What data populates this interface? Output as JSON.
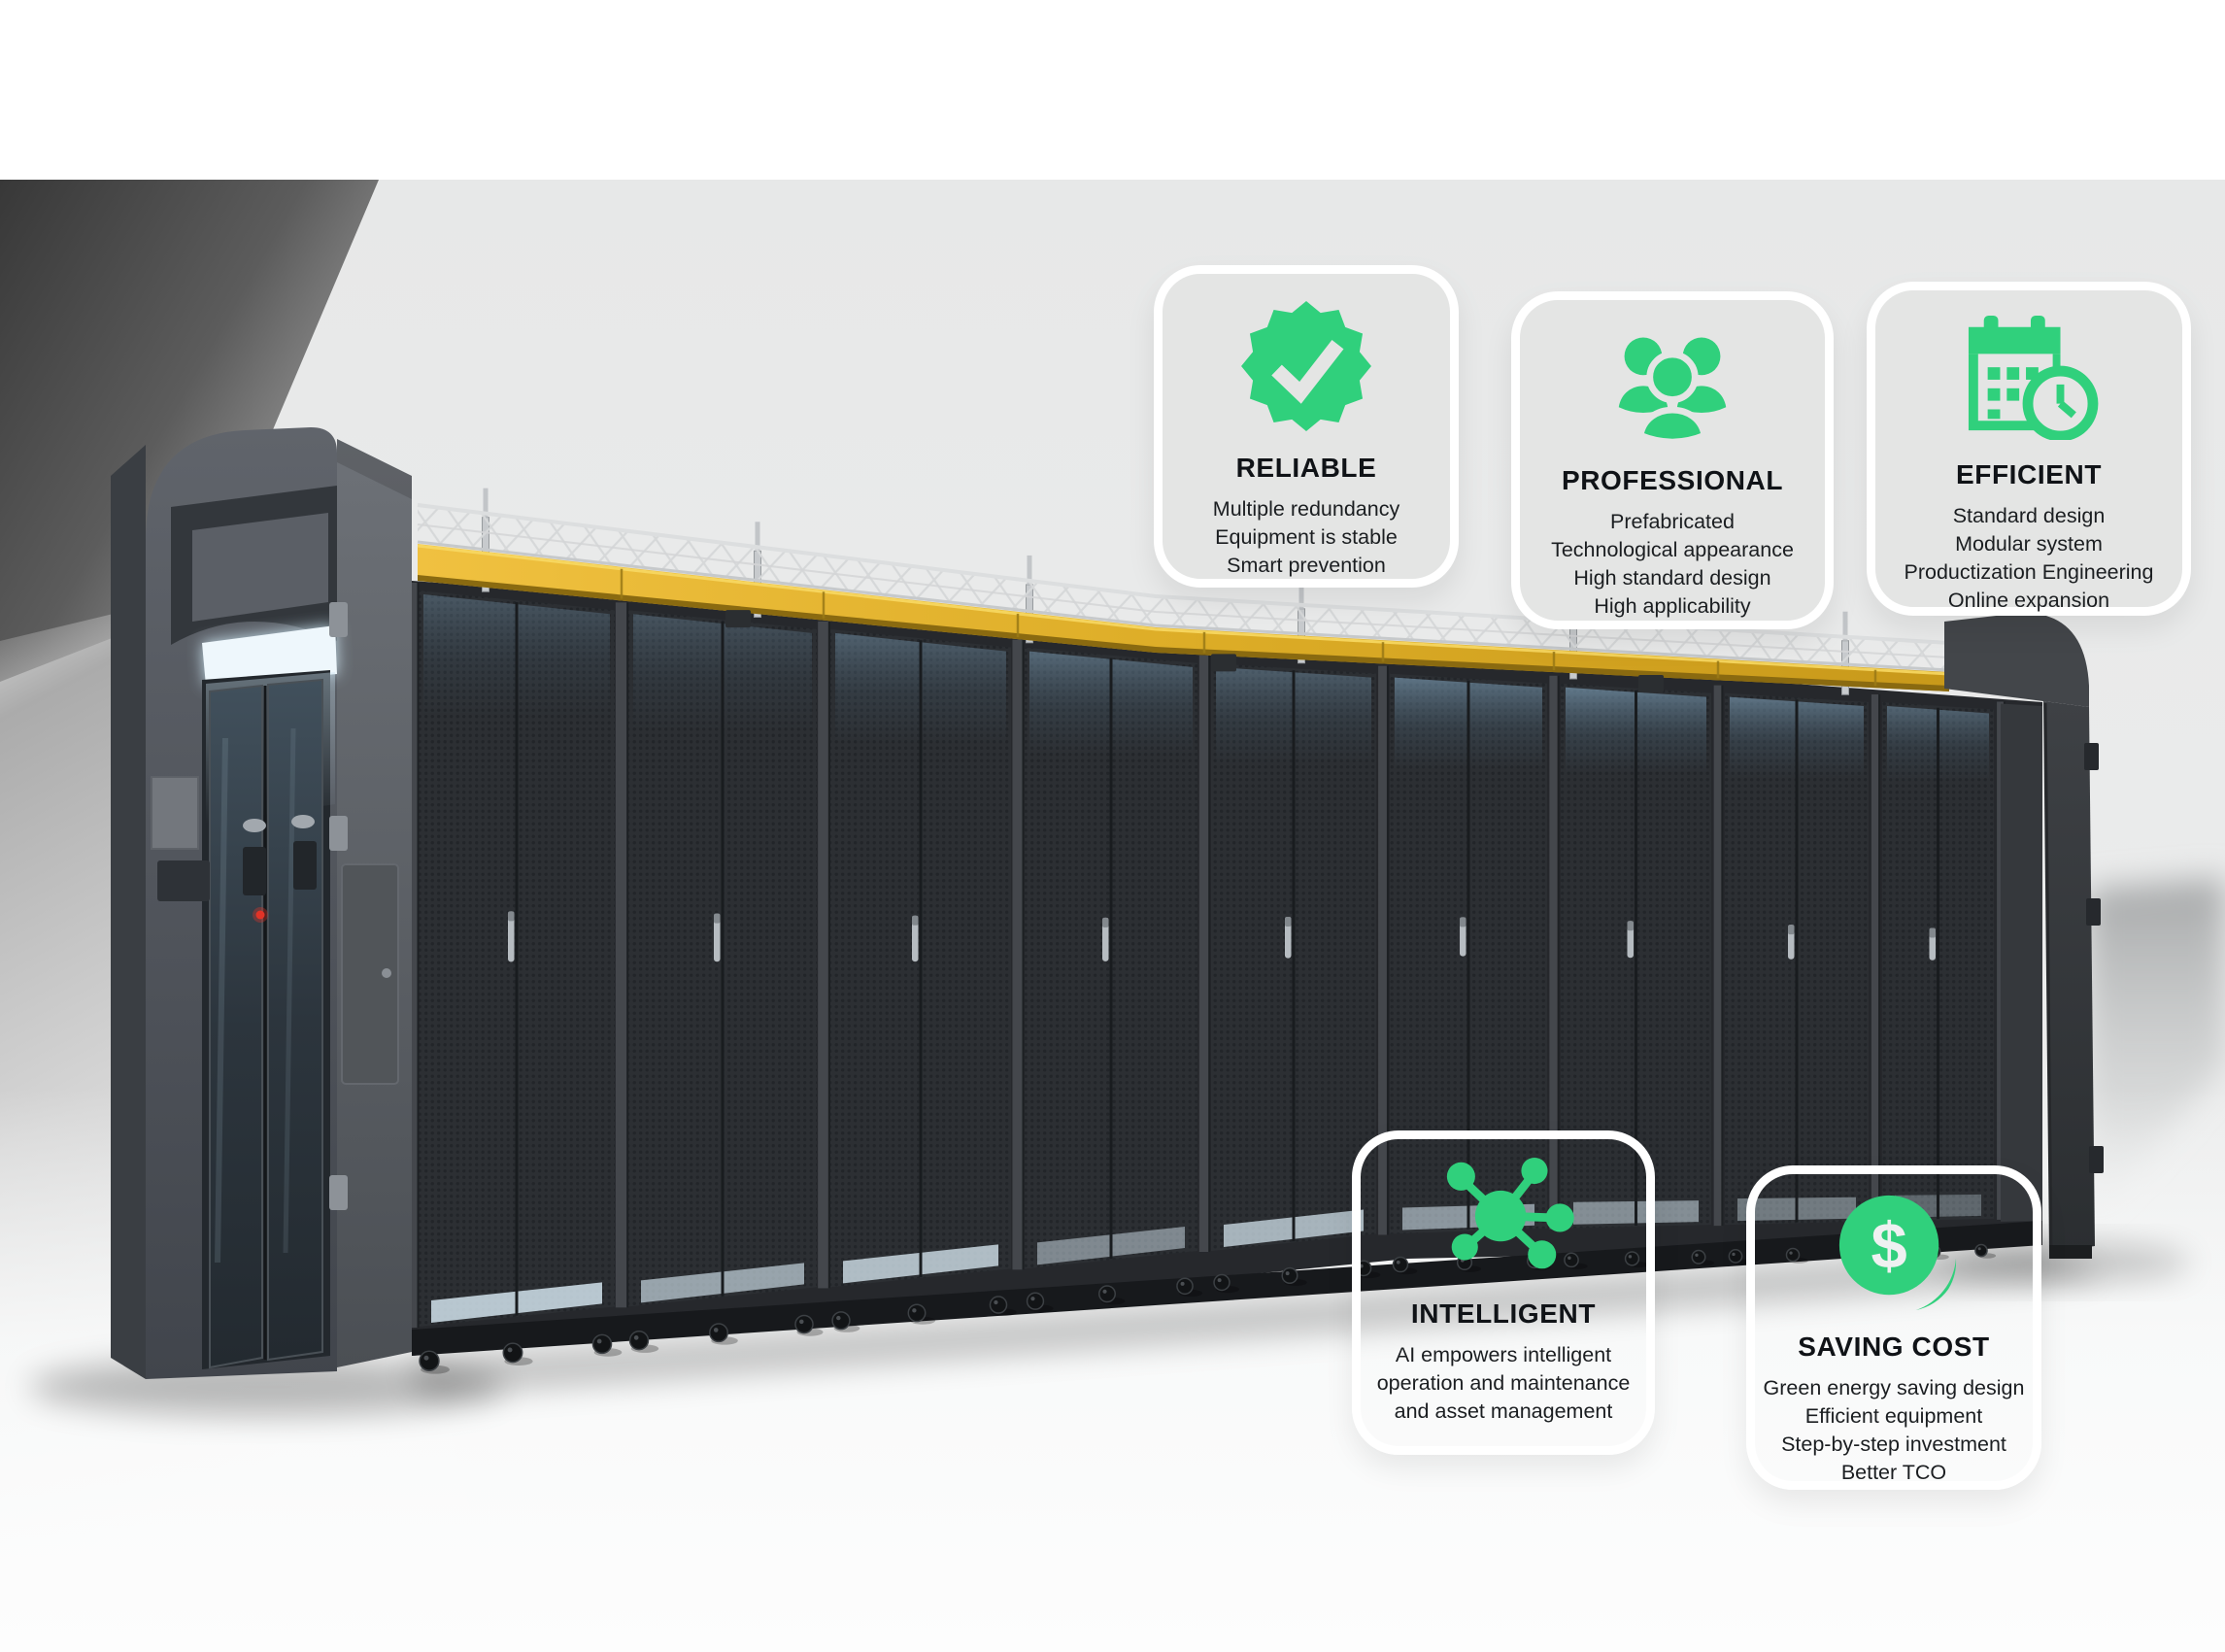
{
  "theme": {
    "accent_green": "#30d07c",
    "card_bg": "#e4e5e4",
    "card_border": "#ffffff",
    "title_color": "#101317",
    "body_color": "#1b1e21",
    "page_bg": "#ffffff"
  },
  "cards": [
    {
      "id": "reliable",
      "icon": "check-seal-icon",
      "title": "RELIABLE",
      "lines": [
        "Multiple redundancy",
        "Equipment is stable",
        "Smart prevention"
      ]
    },
    {
      "id": "professional",
      "icon": "team-icon",
      "title": "PROFESSIONAL",
      "lines": [
        "Prefabricated",
        "Technological appearance",
        "High standard design",
        "High applicability"
      ]
    },
    {
      "id": "efficient",
      "icon": "calendar-clock-icon",
      "title": "EFFICIENT",
      "lines": [
        "Standard design",
        "Modular system",
        "Productization Engineering",
        "Online expansion"
      ]
    },
    {
      "id": "intelligent",
      "icon": "network-hub-icon",
      "title": "INTELLIGENT",
      "lines": [
        "AI empowers intelligent",
        "operation and maintenance",
        "and asset management"
      ]
    },
    {
      "id": "saving-cost",
      "icon": "dollar-coin-icon",
      "title": "SAVING COST",
      "icon_glyph": "$",
      "lines": [
        "Green energy saving design",
        "Efficient equipment",
        "Step-by-step investment",
        "Better TCO"
      ]
    }
  ]
}
